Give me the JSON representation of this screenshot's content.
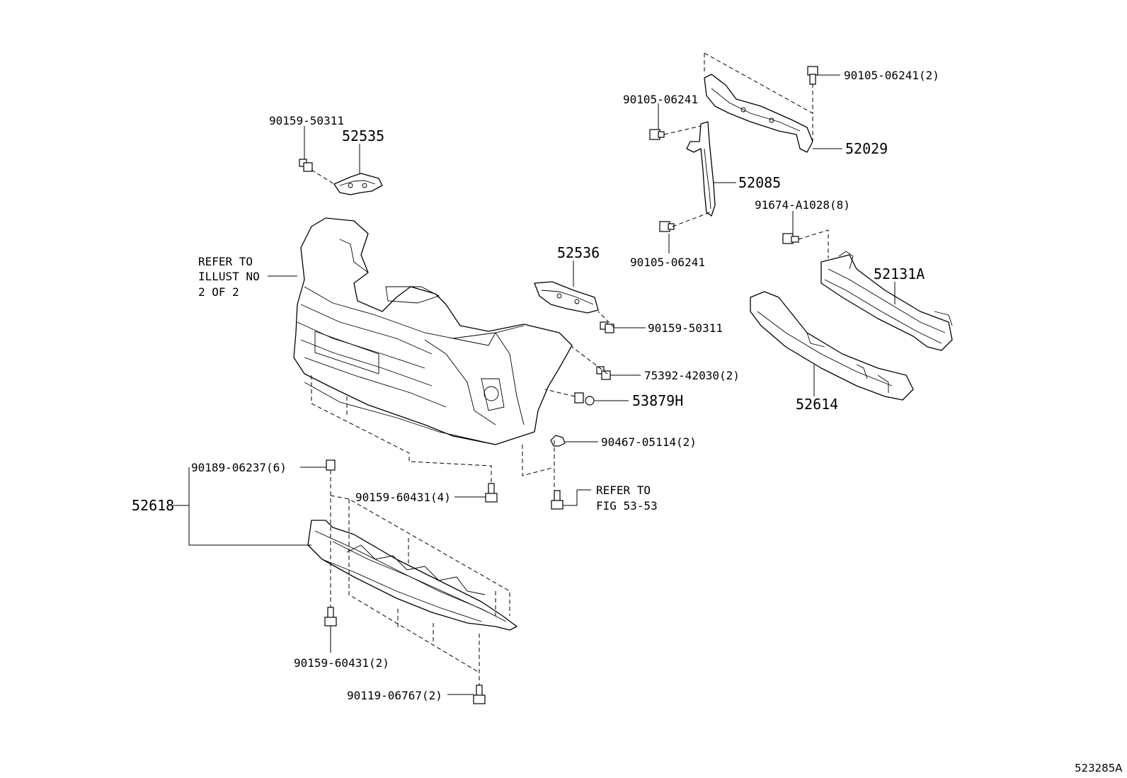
{
  "labels": {
    "p90159_50311_top": "90159-50311",
    "p52535": "52535",
    "p52536": "52536",
    "p90159_50311_mid": "90159-50311",
    "p75392": "75392-42030(2)",
    "p53879": "53879H",
    "p90467": "90467-05114(2)",
    "p90189": "90189-06237(6)",
    "p52618": "52618",
    "p90159_60431_4": "90159-60431(4)",
    "p90159_60431_2": "90159-60431(2)",
    "p90119": "90119-06767(2)",
    "p90105_top_right": "90105-06241(2)",
    "p90105_top_left": "90105-06241",
    "p52029": "52029",
    "p52085": "52085",
    "p91674": "91674-A1028(8)",
    "p90105_mid": "90105-06241",
    "p52131A": "52131A",
    "p52614": "52614",
    "refer_illust_1": "REFER TO",
    "refer_illust_2": "ILLUST NO",
    "refer_illust_3": "2 OF 2",
    "refer_fig_1": "REFER TO",
    "refer_fig_2": "FIG 53-53"
  },
  "diagram_id": "523285A"
}
